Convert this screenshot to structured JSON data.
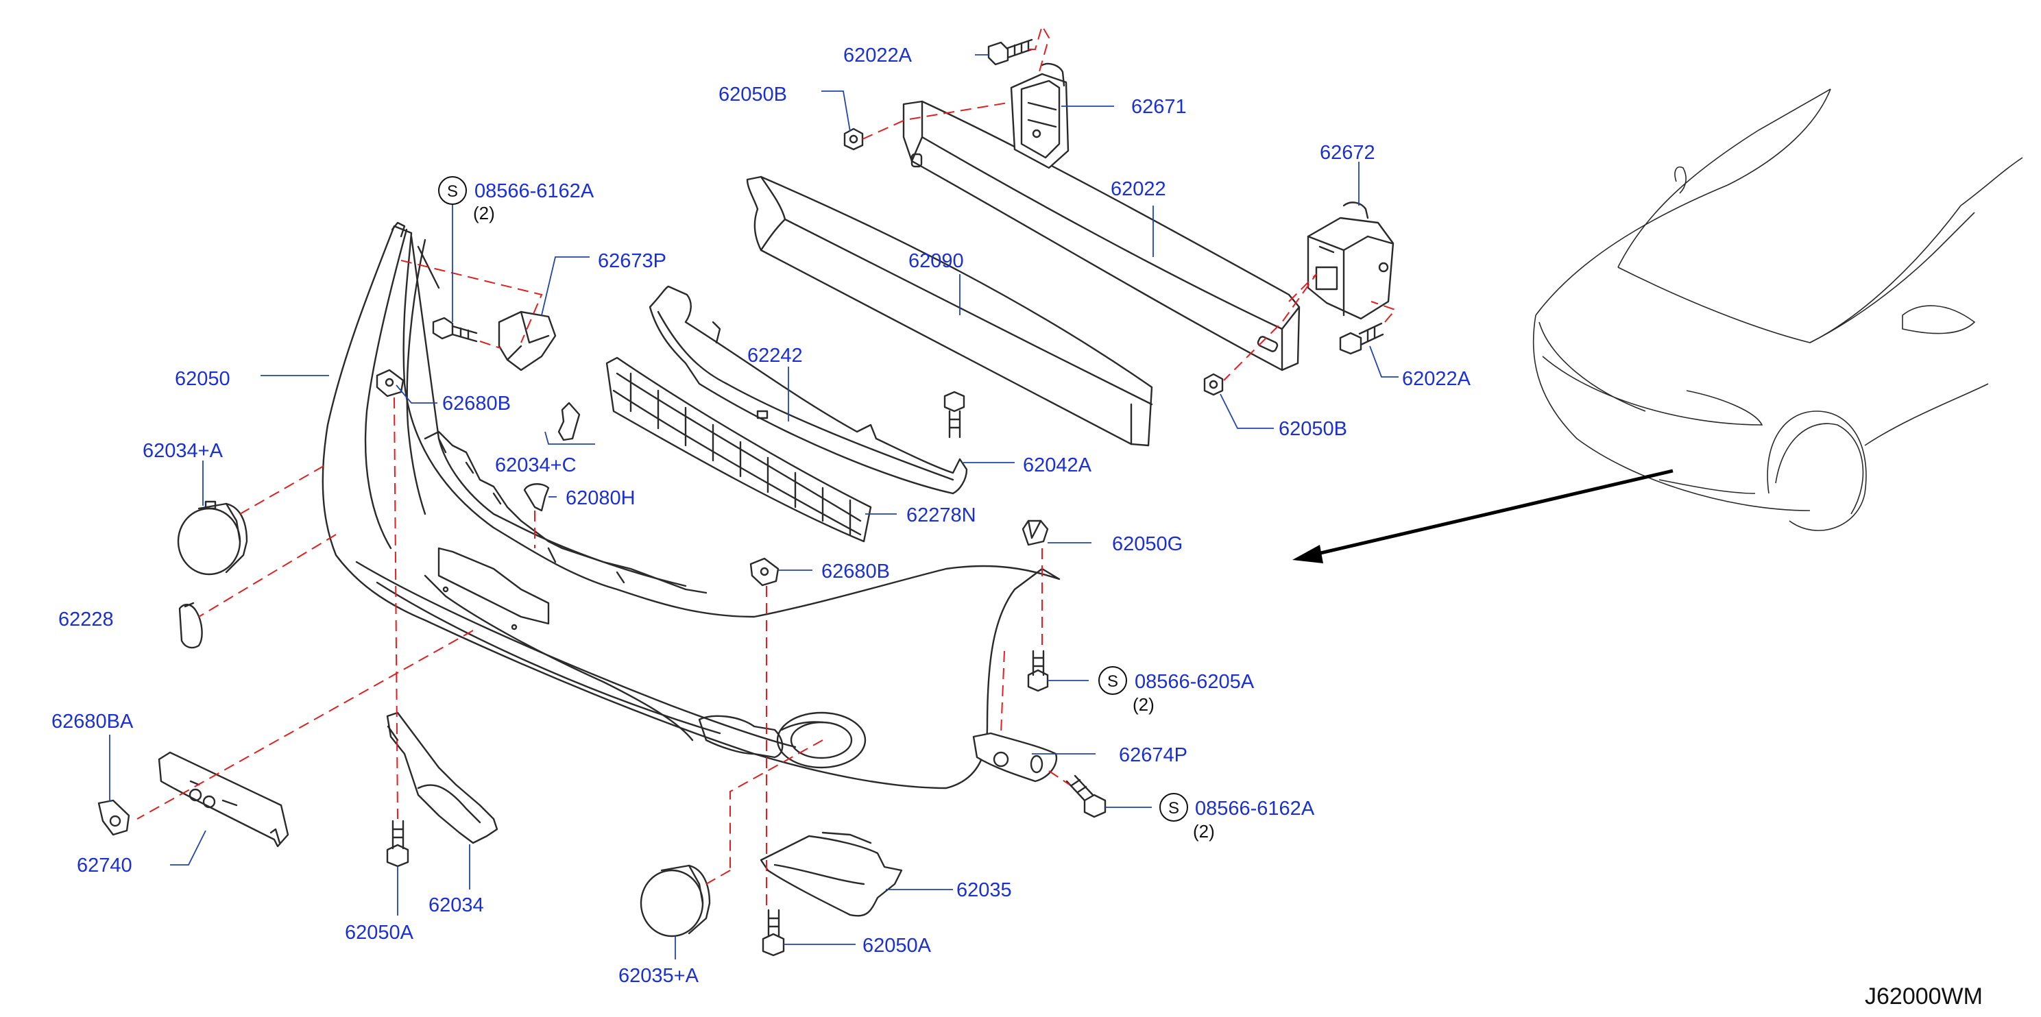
{
  "diagram_code": "J62000WM",
  "screw_symbol": "S",
  "labels": {
    "p62022A_top": "62022A",
    "p62050B_top": "62050B",
    "p62671": "62671",
    "p62672": "62672",
    "p62022": "62022",
    "p62090": "62090",
    "p08566_6162A_top": "08566-6162A",
    "qty_top": "(2)",
    "p62673P": "62673P",
    "p62050": "62050",
    "p62242": "62242",
    "p62022A_right": "62022A",
    "p62680B_left": "62680B",
    "p62050B_right": "62050B",
    "p62034A": "62034+A",
    "p62034C": "62034+C",
    "p62042A": "62042A",
    "p62080H": "62080H",
    "p62278N": "62278N",
    "p62050G": "62050G",
    "p62680B_mid": "62680B",
    "p62228": "62228",
    "p08566_6205A": "08566-6205A",
    "qty_mid": "(2)",
    "p62680BA": "62680BA",
    "p62674P": "62674P",
    "p08566_6162A_bot": "08566-6162A",
    "qty_bot": "(2)",
    "p62740": "62740",
    "p62035": "62035",
    "p62034": "62034",
    "p62050A_left": "62050A",
    "p62050A_right": "62050A",
    "p62035A": "62035+A"
  }
}
